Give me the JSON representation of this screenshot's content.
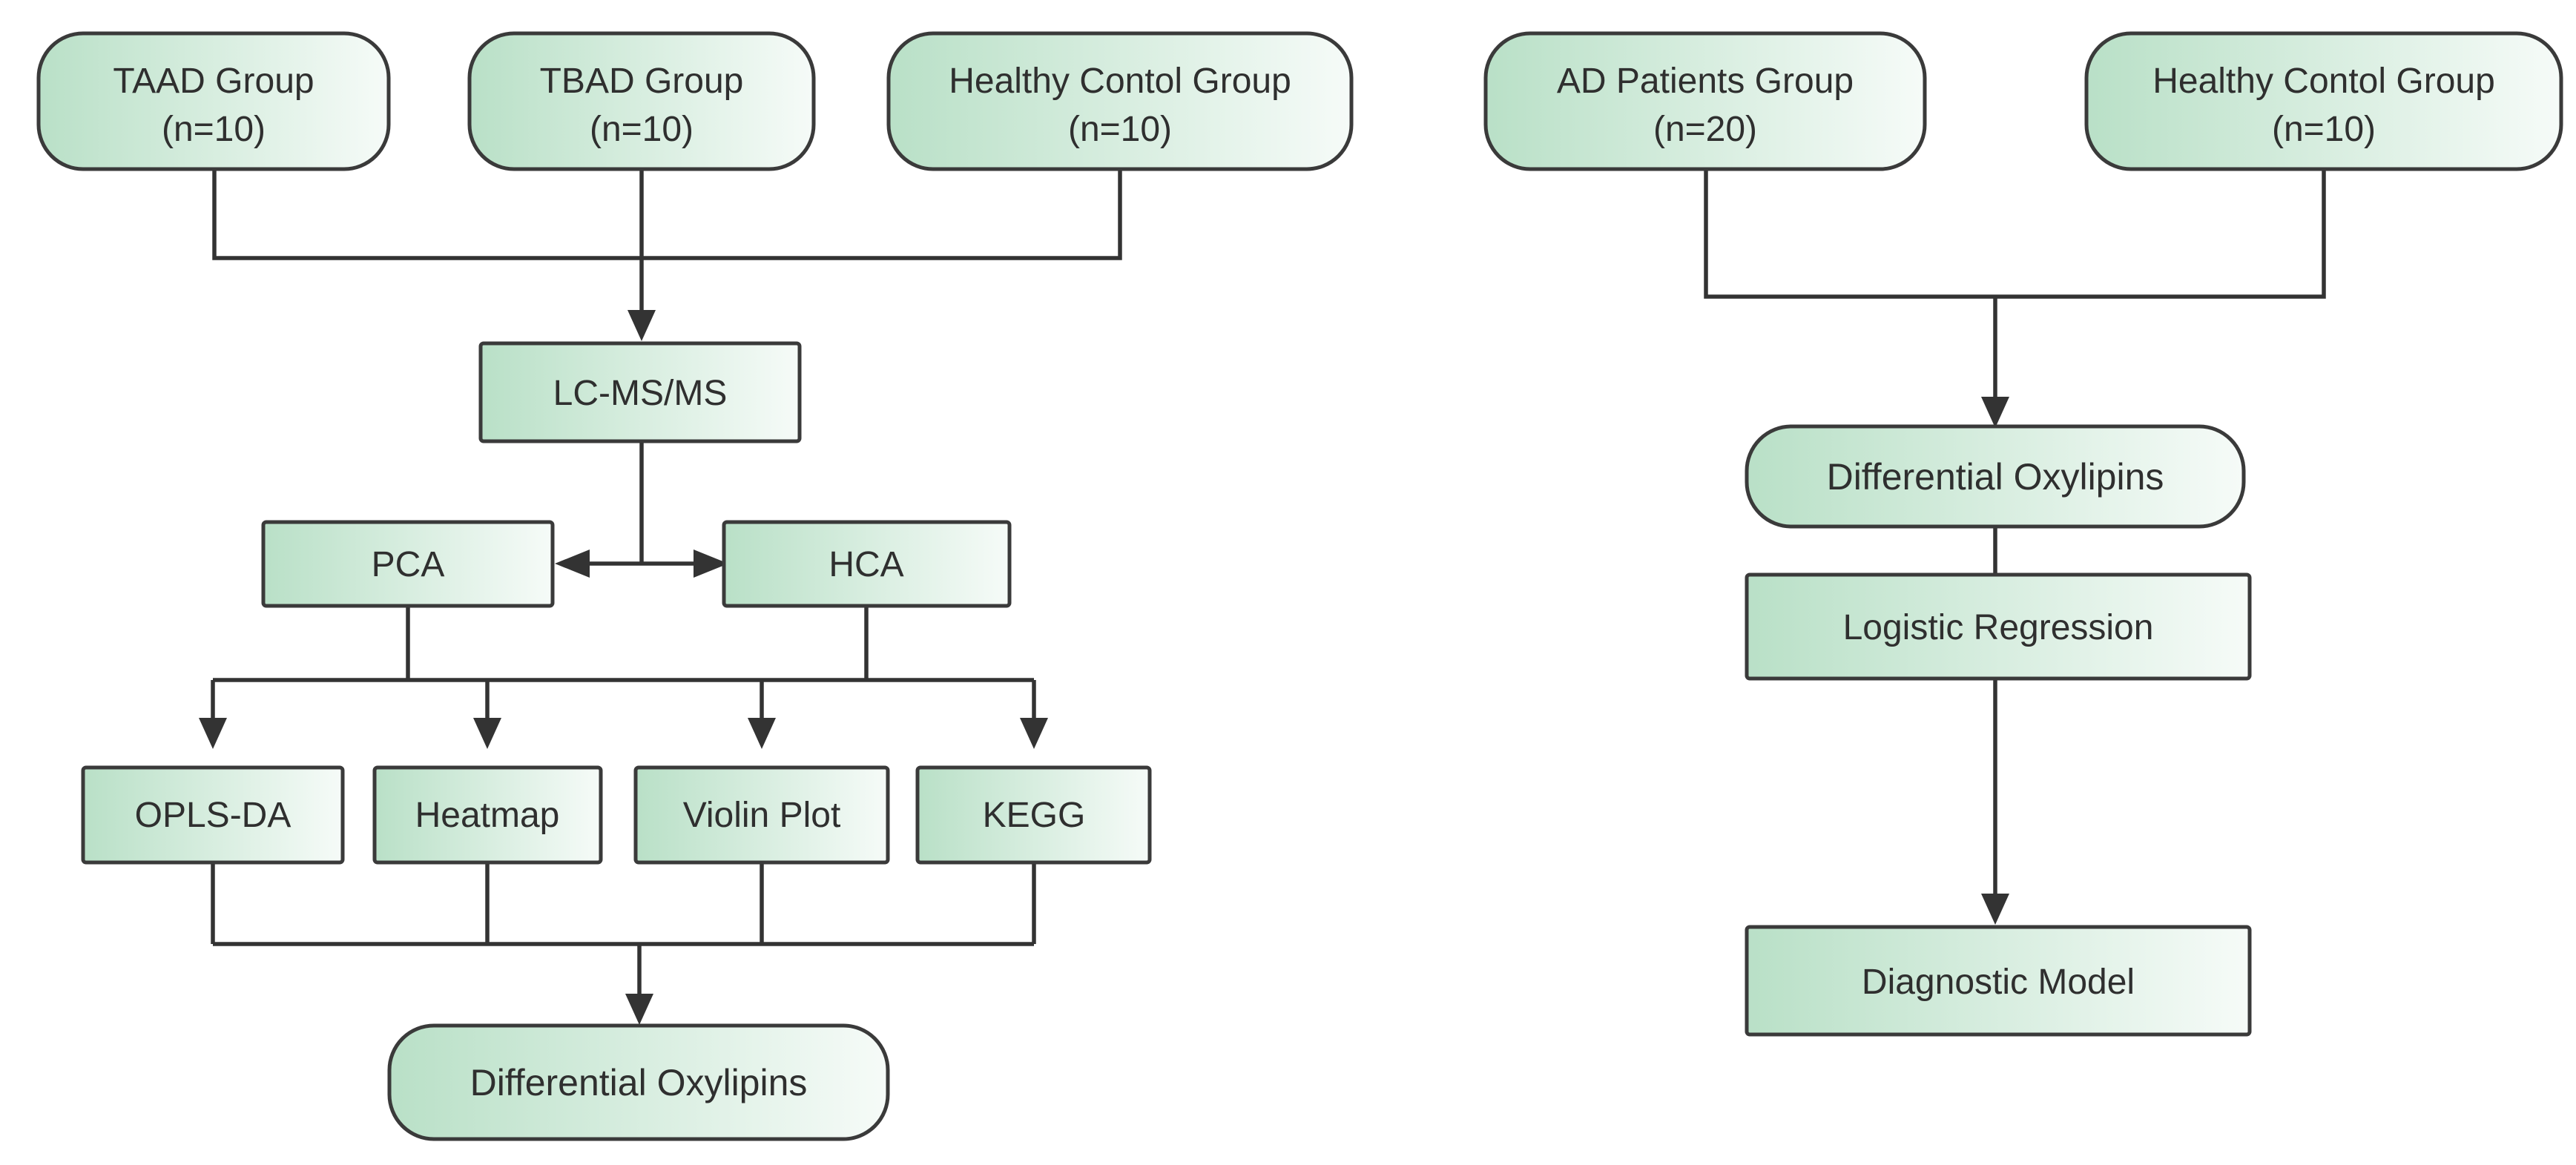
{
  "colors": {
    "box_fill_start": "#b9e0c7",
    "box_fill_end": "#f6fbf8",
    "border": "#3a3a3a",
    "connector": "#333333",
    "text": "#2f2f2f"
  },
  "left_flow": {
    "groups": [
      {
        "label": "TAAD Group",
        "count": "(n=10)"
      },
      {
        "label": "TBAD Group",
        "count": "(n=10)"
      },
      {
        "label": "Healthy Contol Group",
        "count": "(n=10)"
      }
    ],
    "platform": "LC-MS/MS",
    "analysis": [
      "PCA",
      "HCA"
    ],
    "methods": [
      "OPLS-DA",
      "Heatmap",
      "Violin Plot",
      "KEGG"
    ],
    "result": "Differential Oxylipins"
  },
  "right_flow": {
    "groups": [
      {
        "label": "AD Patients  Group",
        "count": "(n=20)"
      },
      {
        "label": "Healthy Contol Group",
        "count": "(n=10)"
      }
    ],
    "oxylipins": "Differential Oxylipins",
    "regression": "Logistic Regression",
    "model": "Diagnostic Model"
  }
}
